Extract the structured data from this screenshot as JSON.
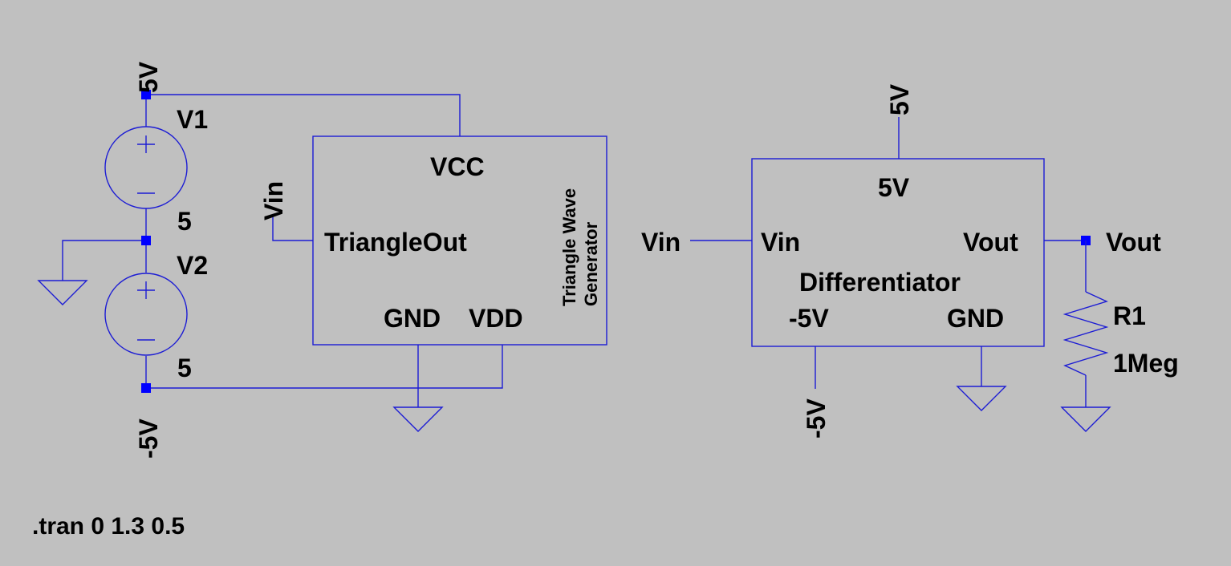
{
  "colors": {
    "background": "#c0c0c0",
    "wire": "#1c1cd4",
    "node": "#0000ff",
    "text": "#000000"
  },
  "sources": {
    "v1": {
      "name": "V1",
      "value": "5"
    },
    "v2": {
      "name": "V2",
      "value": "5"
    }
  },
  "rails": {
    "top_supply": "5V",
    "bottom_supply": "-5V"
  },
  "triangle_block": {
    "pin_vcc": "VCC",
    "pin_out": "TriangleOut",
    "pin_gnd": "GND",
    "pin_vdd": "VDD",
    "title_line1": "Triangle Wave",
    "title_line2": "Generator",
    "net_label": "Vin"
  },
  "diff_block": {
    "net_top": "5V",
    "pin_top": "5V",
    "pin_vin": "Vin",
    "net_vin": "Vin",
    "pin_vout": "Vout",
    "net_vout": "Vout",
    "title": "Differentiator",
    "pin_neg": "-5V",
    "pin_gnd": "GND",
    "net_neg": "-5V"
  },
  "resistor": {
    "name": "R1",
    "value": "1Meg"
  },
  "directive": ".tran 0 1.3 0.5"
}
